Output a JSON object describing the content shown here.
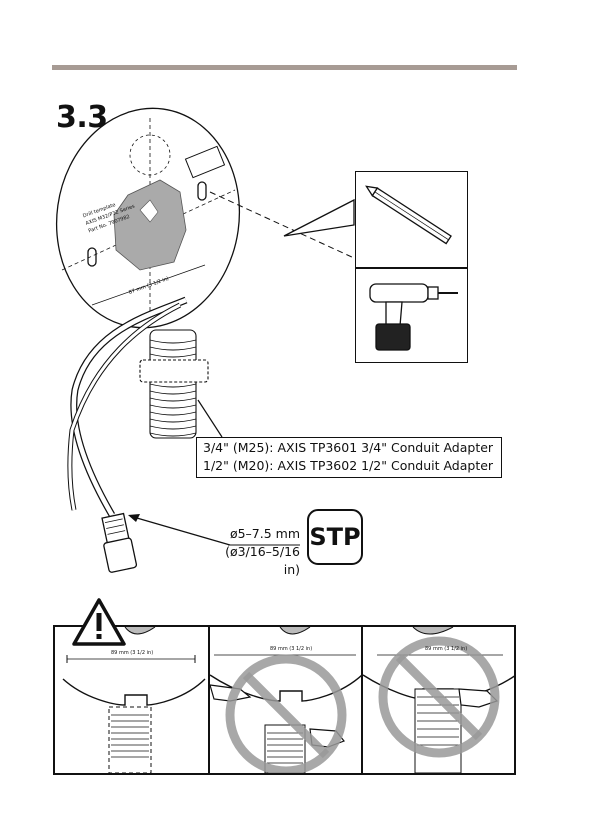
{
  "step": {
    "number": "3.3"
  },
  "template": {
    "text_lines": [
      "Drill template",
      "AXIS M32/P32 Series",
      "Part No. 7907982"
    ],
    "dimension": "87 mm (3 1/2 in)"
  },
  "conduit_adapters": [
    "3/4\" (M25): AXIS TP3601 3/4\" Conduit Adapter",
    "1/2\" (M20): AXIS TP3602 1/2\" Conduit Adapter"
  ],
  "cable": {
    "diameter_mm": "ø5–7.5 mm",
    "diameter_in": "(ø3/16–5/16 in)",
    "type_badge": "STP"
  },
  "warning_panels": [
    {
      "dimension": "89 mm (3 1/2 in)",
      "status": "correct"
    },
    {
      "dimension": "89 mm (3 1/2 in)",
      "status": "prohibited"
    },
    {
      "dimension": "89 mm (3 1/2 in)",
      "status": "prohibited"
    }
  ],
  "icons": [
    "pencil-icon",
    "drill-icon",
    "warning-triangle-icon",
    "prohibited-icon",
    "pointing-hand-icon"
  ]
}
